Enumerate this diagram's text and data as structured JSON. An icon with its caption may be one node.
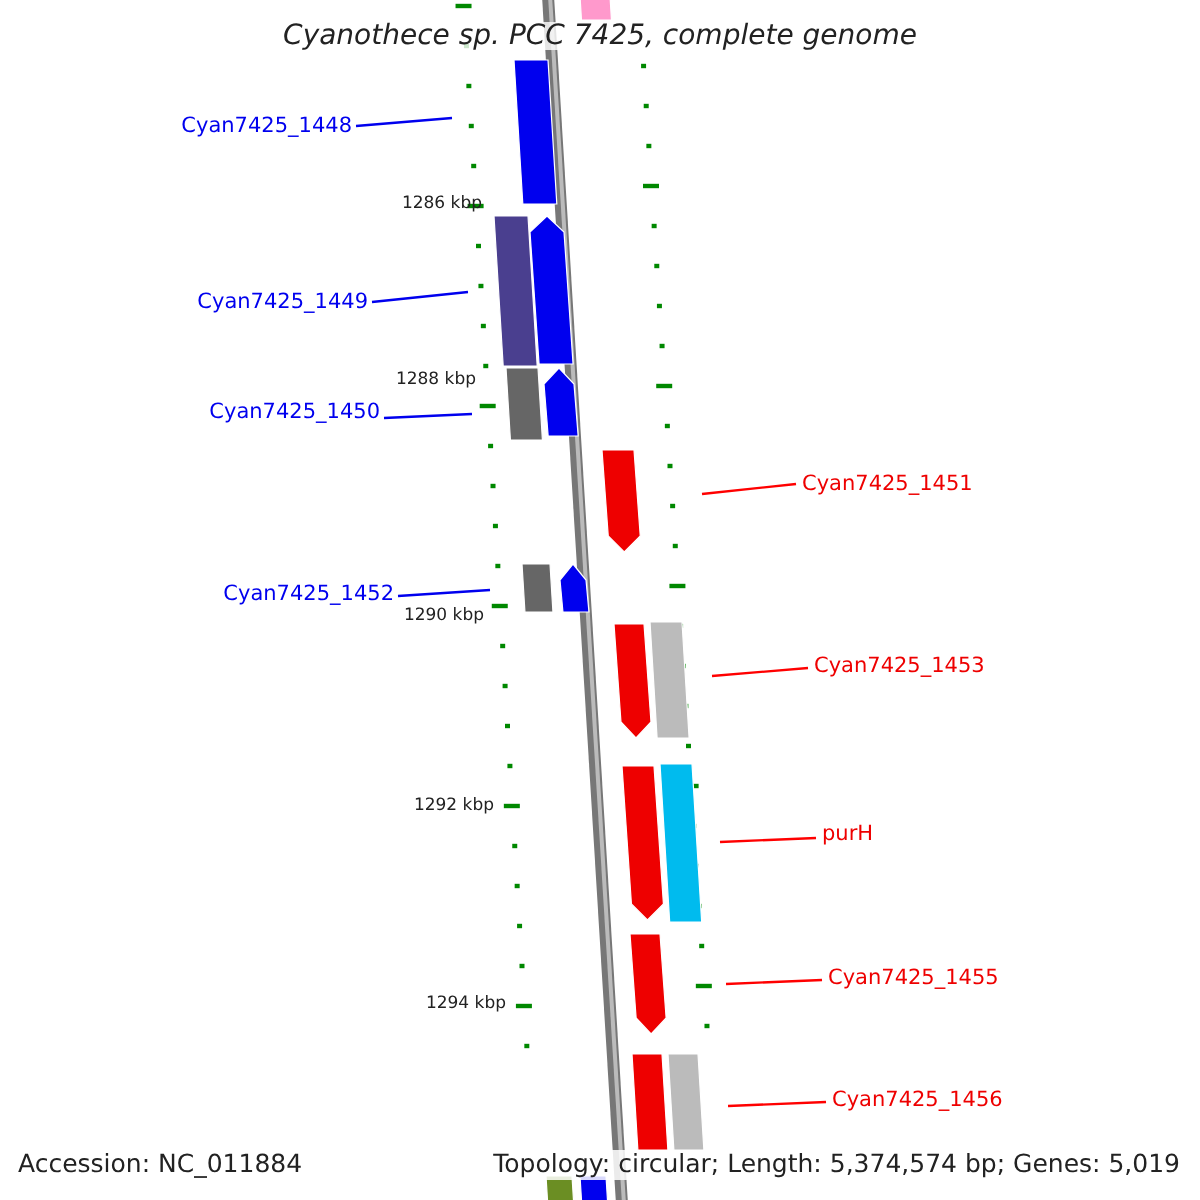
{
  "diagram": {
    "title": "Cyanothece sp. PCC 7425, complete genome",
    "nodes": [
      {
        "text": [
          "Cyan7425_1448"
        ]
      },
      {
        "text": [
          "Cyan7425_1449"
        ]
      },
      {
        "text": [
          "Cyan7425_1450"
        ]
      },
      {
        "text": [
          "Cyan7425_1451"
        ]
      },
      {
        "text": [
          "Cyan7425_1452"
        ]
      },
      {
        "text": [
          "Cyan7425_1453"
        ]
      },
      {
        "text": [
          "purH"
        ]
      },
      {
        "text": [
          "Cyan7425_1455"
        ]
      },
      {
        "text": [
          "Cyan7425_1456"
        ]
      }
    ],
    "edges": [
      {
        "from": 0,
        "to": null,
        "arrow": "none",
        "color": "#0000ee"
      },
      {
        "from": 1,
        "to": null,
        "arrow": "none",
        "color": "#0000ee"
      },
      {
        "from": 2,
        "to": null,
        "arrow": "none",
        "color": "#0000ee"
      },
      {
        "from": 3,
        "to": null,
        "arrow": "none",
        "color": "#ff0000"
      },
      {
        "from": 4,
        "to": null,
        "arrow": "none",
        "color": "#0000ee"
      },
      {
        "from": 5,
        "to": null,
        "arrow": "none",
        "color": "#ff0000"
      },
      {
        "from": 6,
        "to": null,
        "arrow": "none",
        "color": "#ff0000"
      },
      {
        "from": 7,
        "to": null,
        "arrow": "none",
        "color": "#ff0000"
      },
      {
        "from": 8,
        "to": null,
        "arrow": "none",
        "color": "#ff0000"
      }
    ],
    "labels": [
      "1286 kbp",
      "1288 kbp",
      "1290 kbp",
      "1292 kbp",
      "1294 kbp",
      "Accession: NC_011884",
      "Topology: circular; Length: 5,374,574 bp; Genes: 5,019"
    ]
  }
}
